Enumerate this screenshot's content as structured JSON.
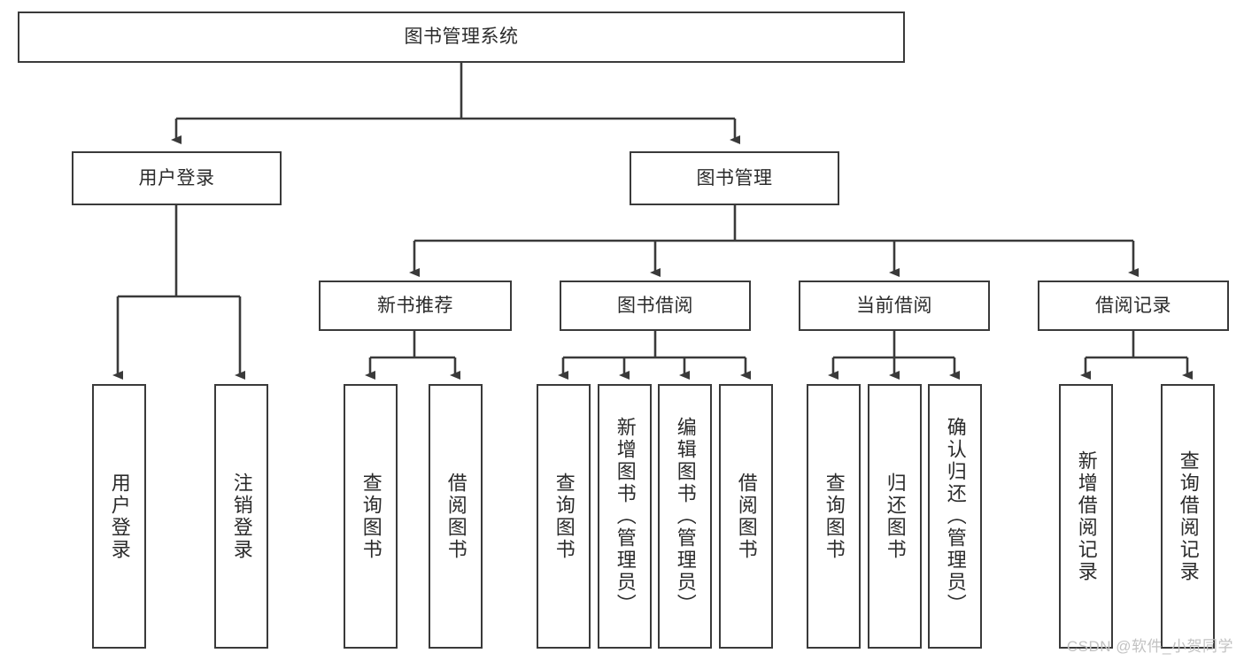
{
  "diagram": {
    "title": "图书管理系统",
    "type": "tree",
    "watermark": "CSDN @软件_小贺同学",
    "colors": {
      "stroke": "#3a3a3a",
      "text": "#2b2b2b",
      "background": "#ffffff",
      "watermark": "#c2c2c2"
    },
    "nodes": {
      "root": {
        "label": "图书管理系统"
      },
      "level2": [
        {
          "label": "用户登录"
        },
        {
          "label": "图书管理"
        }
      ],
      "level3": [
        {
          "label": "新书推荐"
        },
        {
          "label": "图书借阅"
        },
        {
          "label": "当前借阅"
        },
        {
          "label": "借阅记录"
        }
      ],
      "leaves": {
        "user_login": [
          {
            "label": "用户登录"
          },
          {
            "label": "注销登录"
          }
        ],
        "new_book": [
          {
            "label": "查询图书"
          },
          {
            "label": "借阅图书"
          }
        ],
        "book_borrow": [
          {
            "label": "查询图书"
          },
          {
            "label": "新增图书（管理员）"
          },
          {
            "label": "编辑图书（管理员）"
          },
          {
            "label": "借阅图书"
          }
        ],
        "current_borrow": [
          {
            "label": "查询图书"
          },
          {
            "label": "归还图书"
          },
          {
            "label": "确认归还（管理员）"
          }
        ],
        "borrow_record": [
          {
            "label": "新增借阅记录"
          },
          {
            "label": "查询借阅记录"
          }
        ]
      }
    }
  }
}
